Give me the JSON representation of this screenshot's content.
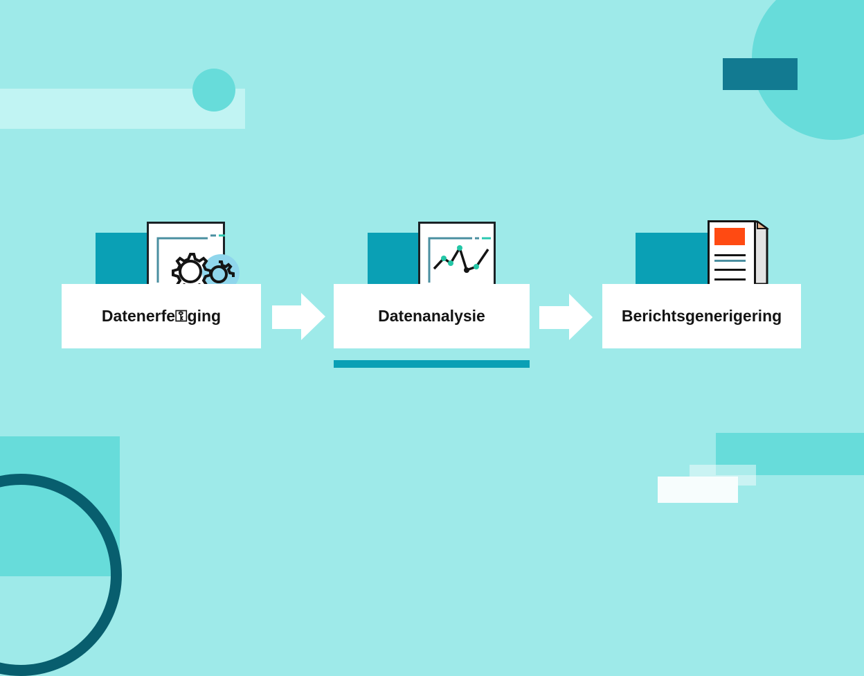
{
  "colors": {
    "background": "#9eeae9",
    "accent_teal": "#0aa0b5",
    "light_teal": "#67dcda",
    "dark_teal": "#127a91",
    "ring_dark": "#085e6e",
    "card_bg": "#ffffff",
    "report_red": "#ff4a12",
    "text": "#141414"
  },
  "steps": [
    {
      "label": "Datenerfe⚿ging",
      "icon": "gear-document-icon"
    },
    {
      "label": "Datenanalysie",
      "icon": "chart-document-icon",
      "active": true
    },
    {
      "label": "Berichtsgenerigering",
      "icon": "report-document-icon"
    }
  ],
  "arrows": [
    {
      "icon": "arrow-right-icon"
    },
    {
      "icon": "arrow-right-icon"
    }
  ]
}
